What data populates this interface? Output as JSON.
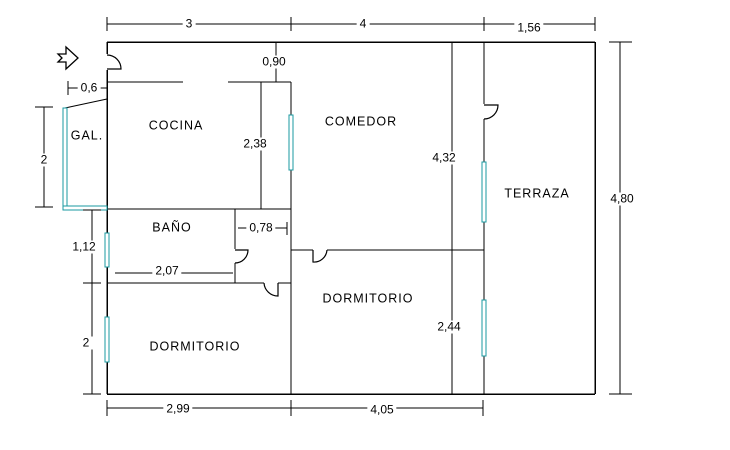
{
  "colors": {
    "line": "#000000",
    "window": "#1A9AA0",
    "background": "#FFFFFF"
  },
  "rooms": {
    "galeria": {
      "label": "GAL."
    },
    "cocina": {
      "label": "COCINA"
    },
    "comedor": {
      "label": "COMEDOR"
    },
    "terraza": {
      "label": "TERRAZA"
    },
    "bano": {
      "label": "BAÑO"
    },
    "dormitorio_left": {
      "label": "DORMITORIO"
    },
    "dormitorio_right": {
      "label": "DORMITORIO"
    }
  },
  "dimensions": {
    "top_left": "3",
    "top_mid": "4",
    "top_right": "1,56",
    "right_total": "4,80",
    "bottom_left": "2,99",
    "bottom_right": "4,05",
    "galeria_height": "2",
    "galeria_width": "0,6",
    "corridor_width": "0,90",
    "cocina_height": "2,38",
    "comedor_height": "4,32",
    "bano_width": "2,07",
    "hall_width": "0,78",
    "left_mid_height": "1,12",
    "dorm_left_height": "2",
    "dorm_right_height": "2,44"
  }
}
